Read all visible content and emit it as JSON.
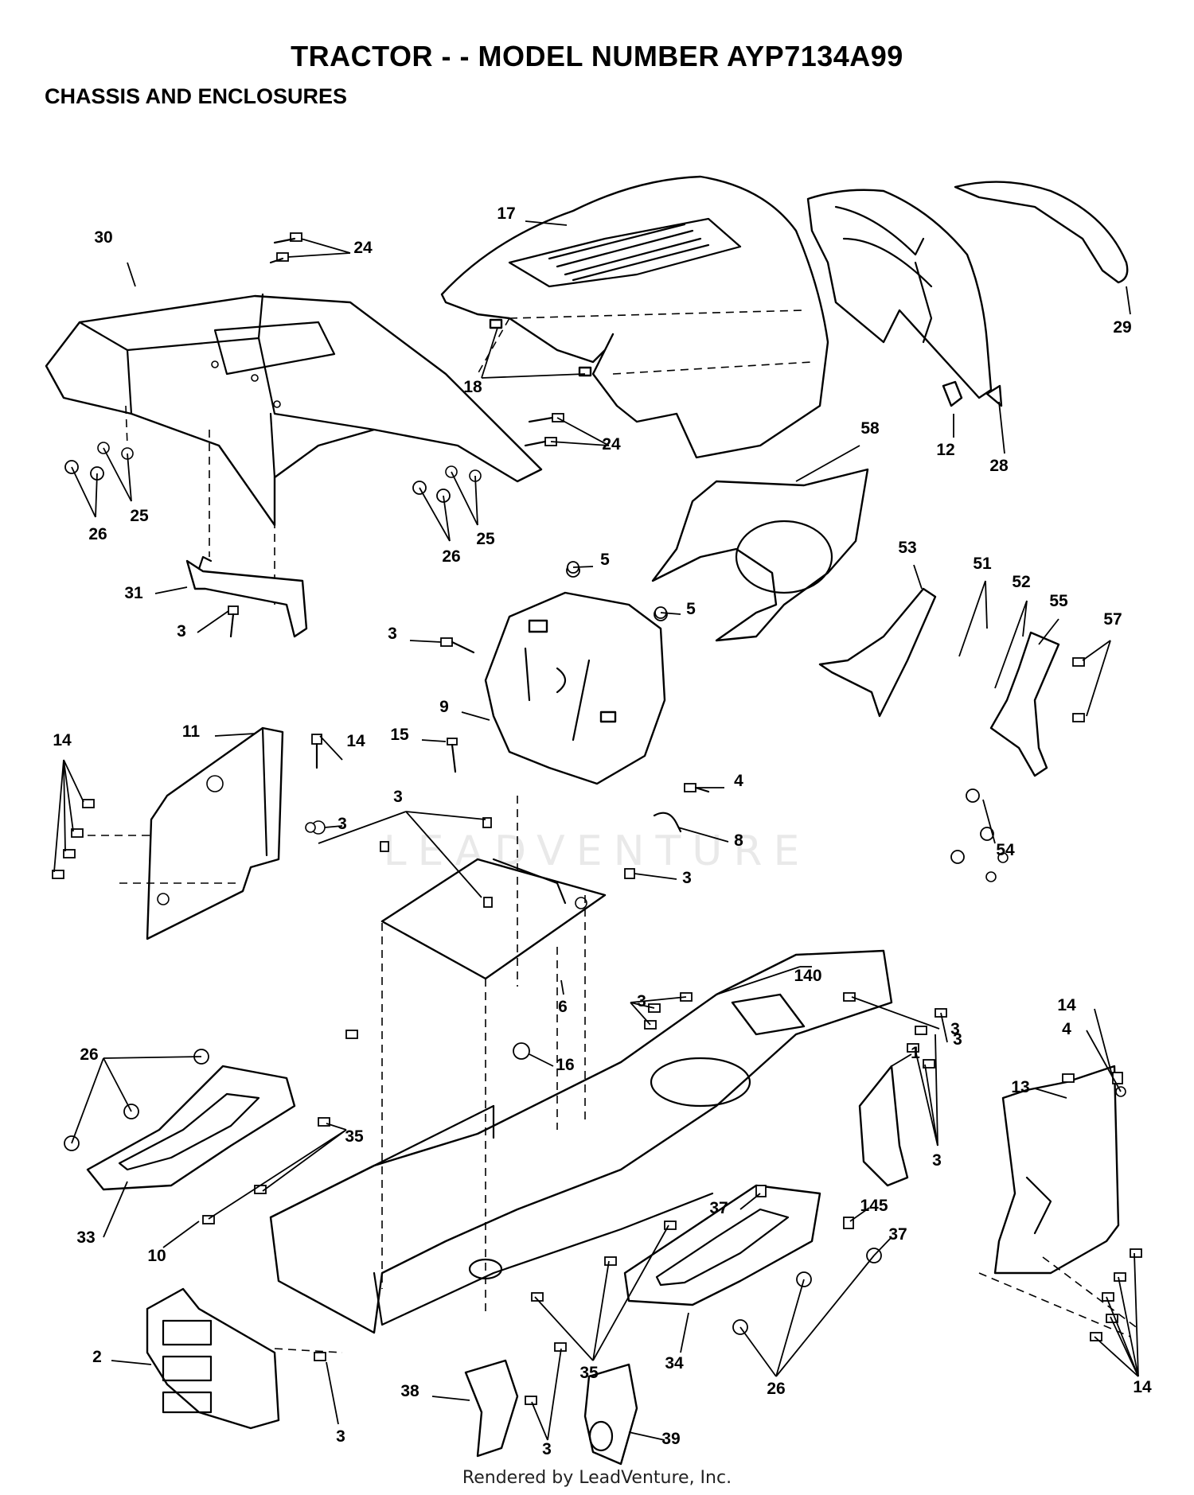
{
  "header": {
    "title": "TRACTOR - - MODEL NUMBER AYP7134A99",
    "section": "CHASSIS AND ENCLOSURES"
  },
  "footer": {
    "text": "Rendered by LeadVenture, Inc."
  },
  "watermark": {
    "text": "LEADVENTURE"
  },
  "callouts": [
    {
      "label": "30"
    },
    {
      "label": "24"
    },
    {
      "label": "17"
    },
    {
      "label": "29"
    },
    {
      "label": "18"
    },
    {
      "label": "24"
    },
    {
      "label": "12"
    },
    {
      "label": "28"
    },
    {
      "label": "26"
    },
    {
      "label": "25"
    },
    {
      "label": "26"
    },
    {
      "label": "25"
    },
    {
      "label": "58"
    },
    {
      "label": "5"
    },
    {
      "label": "5"
    },
    {
      "label": "31"
    },
    {
      "label": "3"
    },
    {
      "label": "3"
    },
    {
      "label": "53"
    },
    {
      "label": "51"
    },
    {
      "label": "52"
    },
    {
      "label": "55"
    },
    {
      "label": "57"
    },
    {
      "label": "9"
    },
    {
      "label": "11"
    },
    {
      "label": "14"
    },
    {
      "label": "15"
    },
    {
      "label": "14"
    },
    {
      "label": "3"
    },
    {
      "label": "4"
    },
    {
      "label": "3"
    },
    {
      "label": "8"
    },
    {
      "label": "54"
    },
    {
      "label": "3"
    },
    {
      "label": "6"
    },
    {
      "label": "3"
    },
    {
      "label": "140"
    },
    {
      "label": "3"
    },
    {
      "label": "3"
    },
    {
      "label": "14"
    },
    {
      "label": "4"
    },
    {
      "label": "1"
    },
    {
      "label": "16"
    },
    {
      "label": "26"
    },
    {
      "label": "13"
    },
    {
      "label": "35"
    },
    {
      "label": "3"
    },
    {
      "label": "37"
    },
    {
      "label": "145"
    },
    {
      "label": "37"
    },
    {
      "label": "33"
    },
    {
      "label": "10"
    },
    {
      "label": "2"
    },
    {
      "label": "35"
    },
    {
      "label": "34"
    },
    {
      "label": "26"
    },
    {
      "label": "14"
    },
    {
      "label": "38"
    },
    {
      "label": "3"
    },
    {
      "label": "3"
    },
    {
      "label": "39"
    }
  ]
}
